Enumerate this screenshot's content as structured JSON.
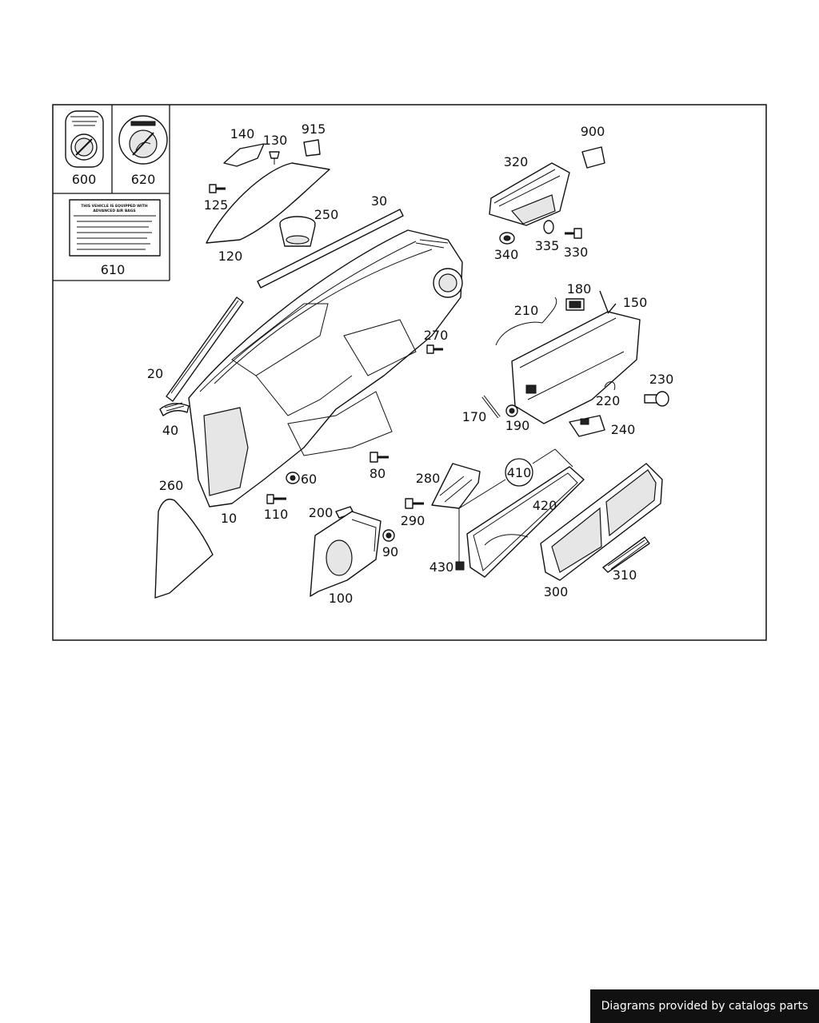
{
  "labels": {
    "p600": "600",
    "p620": "620",
    "p610": "610",
    "p140": "140",
    "p130": "130",
    "p915": "915",
    "p125": "125",
    "p120": "120",
    "p250": "250",
    "p30": "30",
    "p20": "20",
    "p40": "40",
    "p10": "10",
    "p260": "260",
    "p60": "60",
    "p110": "110",
    "p80": "80",
    "p270": "270",
    "p200": "200",
    "p100": "100",
    "p90": "90",
    "p280": "280",
    "p290": "290",
    "p900": "900",
    "p320": "320",
    "p340": "340",
    "p335": "335",
    "p330": "330",
    "p180": "180",
    "p210": "210",
    "p150": "150",
    "p230": "230",
    "p220": "220",
    "p170": "170",
    "p190": "190",
    "p240": "240",
    "p410": "410",
    "p420": "420",
    "p430": "430",
    "p300": "300",
    "p310": "310"
  },
  "warning_label": {
    "line1": "THIS VEHICLE IS EQUIPPED WITH",
    "line2": "ADVANCED AIR BAGS"
  },
  "footer": {
    "text": "Diagrams provided by catalogs parts"
  }
}
